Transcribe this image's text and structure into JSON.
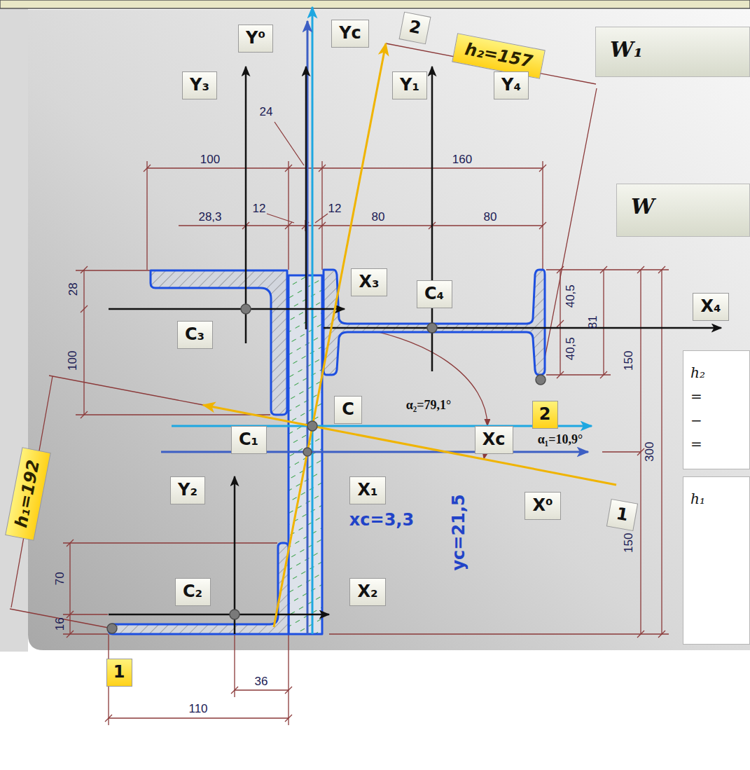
{
  "diagram": {
    "nodes": [
      {
        "text": [
          "Y⁰"
        ]
      },
      {
        "text": [
          "Yc"
        ]
      },
      {
        "text": [
          "2"
        ]
      },
      {
        "text": [
          "h₂=157"
        ]
      },
      {
        "text": [
          "W₁"
        ]
      },
      {
        "text": [
          "Y₃"
        ]
      },
      {
        "text": [
          "Y₁"
        ]
      },
      {
        "text": [
          "Y₄"
        ]
      },
      {
        "text": [
          "W"
        ]
      },
      {
        "text": [
          "X₃"
        ]
      },
      {
        "text": [
          "C₄"
        ]
      },
      {
        "text": [
          "X₄"
        ]
      },
      {
        "text": [
          "C₃"
        ]
      },
      {
        "text": [
          "h₂",
          "=",
          "−",
          "="
        ]
      },
      {
        "text": [
          "C"
        ]
      },
      {
        "text": [
          "2"
        ]
      },
      {
        "text": [
          "Xc"
        ]
      },
      {
        "text": [
          "C₁"
        ]
      },
      {
        "text": [
          "X₁"
        ]
      },
      {
        "text": [
          "X⁰"
        ]
      },
      {
        "text": [
          "1"
        ]
      },
      {
        "text": [
          "h₁=192"
        ]
      },
      {
        "text": [
          "Y₂"
        ]
      },
      {
        "text": [
          "h₁"
        ]
      },
      {
        "text": [
          "C₂"
        ]
      },
      {
        "text": [
          "X₂"
        ]
      },
      {
        "text": [
          "1"
        ]
      }
    ],
    "labels": [
      "24",
      "100",
      "160",
      "12",
      "28,3",
      "12",
      "80",
      "80",
      "28",
      "40,5",
      "81",
      "100",
      "α₂=79,1°",
      "40,5",
      "150",
      "α₁=10,9°",
      "300",
      "xc=3,3",
      "yc=21,5",
      "150",
      "70",
      "16",
      "36",
      "110"
    ]
  }
}
